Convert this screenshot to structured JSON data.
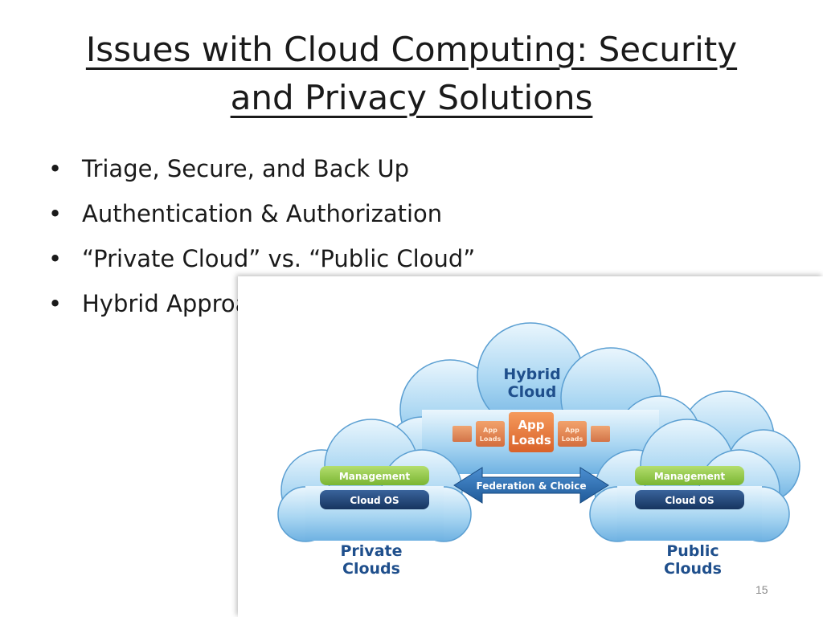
{
  "slide": {
    "title_line1": "Issues with Cloud Computing: Security",
    "title_line2": "and Privacy Solutions",
    "bullet_glyph": "•",
    "bullets": [
      "Triage, Secure, and Back Up",
      "Authentication & Authorization",
      "“Private Cloud” vs. “Public Cloud”",
      "Hybrid Approach"
    ],
    "page_number": "15"
  },
  "diagram": {
    "hybrid_label_1": "Hybrid",
    "hybrid_label_2": "Cloud",
    "app_loads_main_1": "App",
    "app_loads_main_2": "Loads",
    "app_loads_small_1": "App",
    "app_loads_small_2": "Loads",
    "federation": "Federation & Choice",
    "left_management": "Management",
    "left_cloud_os": "Cloud OS",
    "right_management": "Management",
    "right_cloud_os": "Cloud OS",
    "private_1": "Private",
    "private_2": "Clouds",
    "public_1": "Public",
    "public_2": "Clouds",
    "colors": {
      "cloud_fill": "#8cc4ec",
      "cloud_light": "#dff0fb",
      "label_blue": "#1f4f8c",
      "management_green": "#8cc63f",
      "cloud_os_navy": "#1b3f73",
      "orange": "#ea7a3c",
      "arrow_blue": "#2b6cb0"
    }
  }
}
